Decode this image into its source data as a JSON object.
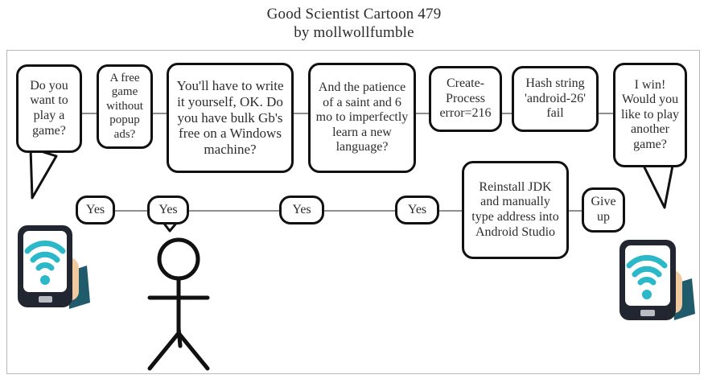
{
  "title": {
    "line1": "Good Scientist Cartoon 479",
    "line2": "by mollwollfumble"
  },
  "colors": {
    "frame_border": "#b9b9b9",
    "bubble_border": "#111111",
    "connector": "#8e8e8e",
    "text": "#2e2b2b",
    "phone_body": "#222630",
    "phone_screen": "#ffffff",
    "wifi": "#2bb8c8",
    "skin": "#f0c9a0",
    "sleeve": "#1f5b6b",
    "home_button": "#b9bcc2"
  },
  "bubbles": [
    {
      "id": "bubble-do-you-want-to-play",
      "text": "Do you want to play a game?",
      "speaker": "phone-left"
    },
    {
      "id": "bubble-a-free-game",
      "text": "A free game without popup ads?",
      "speaker": "person"
    },
    {
      "id": "bubble-write-it-yourself",
      "text": "You'll have to write it yourself, OK. Do you have bulk Gb's free on a Windows machine?",
      "speaker": "phone-left"
    },
    {
      "id": "bubble-patience-of-a-saint",
      "text": "And the patience of a saint and 6 mo to imperfectly learn a new language?",
      "speaker": "phone-left"
    },
    {
      "id": "bubble-create-process-error",
      "text": "Create-Process error=216",
      "speaker": "phone-left"
    },
    {
      "id": "bubble-hash-string-fail",
      "text": "Hash string 'android-26' fail",
      "speaker": "phone-left"
    },
    {
      "id": "bubble-i-win",
      "text": "I win! Would you like to play another game?",
      "speaker": "phone-right"
    }
  ],
  "answers": [
    {
      "id": "answer-yes-1",
      "text": "Yes"
    },
    {
      "id": "answer-yes-2",
      "text": "Yes"
    },
    {
      "id": "answer-yes-3",
      "text": "Yes"
    },
    {
      "id": "answer-yes-4",
      "text": "Yes"
    },
    {
      "id": "answer-reinstall-jdk",
      "text": "Reinstall JDK and manually type address into Android Studio"
    },
    {
      "id": "answer-give-up",
      "text": "Give up"
    }
  ],
  "figures": {
    "phone_left_label": "tablet-with-wifi-left",
    "phone_right_label": "tablet-with-wifi-right",
    "person_label": "stick-figure-person"
  }
}
